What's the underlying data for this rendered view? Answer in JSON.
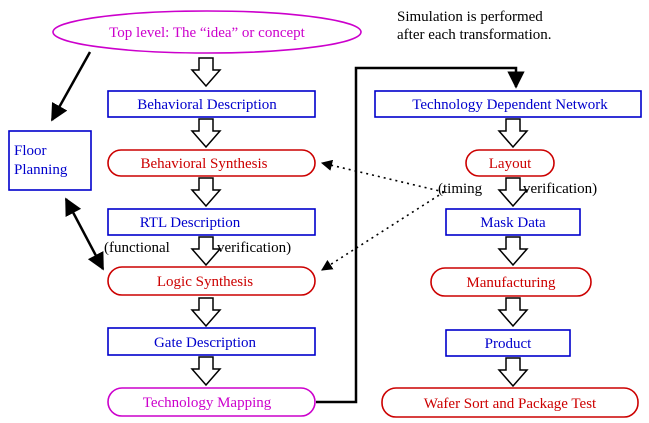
{
  "note": {
    "line1": "Simulation is performed",
    "line2": "after each transformation."
  },
  "left_flow": {
    "top_level": "Top level: The “idea” or concept",
    "behavioral_description": "Behavioral  Description",
    "behavioral_synthesis": "Behavioral  Synthesis",
    "rtl_description": "RTL Description",
    "logic_synthesis": "Logic  Synthesis",
    "gate_description": "Gate  Description",
    "technology_mapping": "Technology  Mapping"
  },
  "floor_planning": {
    "line1": "Floor",
    "line2": "Planning"
  },
  "right_flow": {
    "technology_dependent_network": "Technology Dependent Network",
    "layout": "Layout",
    "mask_data": "Mask Data",
    "manufacturing": "Manufacturing",
    "product": "Product",
    "wafer_sort": "Wafer Sort and Package Test"
  },
  "verification_labels": {
    "functional_left": "(functional",
    "functional_right": "verification)",
    "timing_left": "(timing",
    "timing_right": "verification)"
  },
  "colors": {
    "description_box": "#0000cc",
    "synthesis_box": "#cc0000",
    "concept_box": "#cc00cc",
    "connector": "#000000"
  }
}
